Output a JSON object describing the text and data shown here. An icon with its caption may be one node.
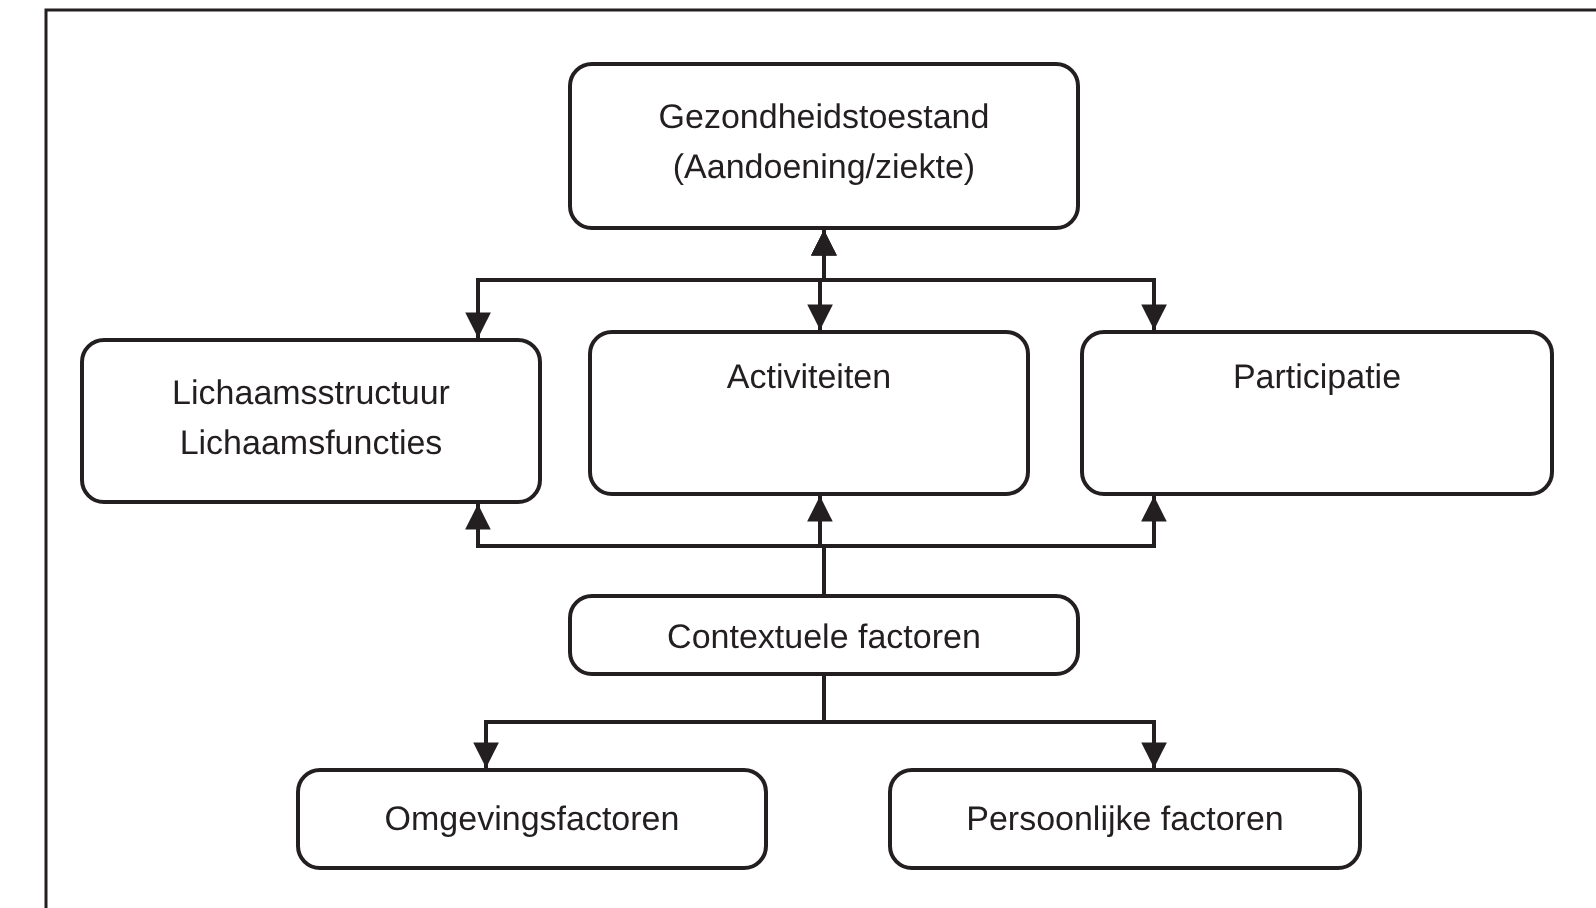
{
  "diagram": {
    "nodes": [
      {
        "text": [
          "Gezondheidstoestand (Aandoening/ziekte)"
        ]
      },
      {
        "text": [
          "Lichaamsstructuur Lichaamsfuncties"
        ]
      },
      {
        "text": [
          "Activiteiten"
        ]
      },
      {
        "text": [
          "Participatie"
        ]
      },
      {
        "text": [
          "Contextuele factoren"
        ]
      },
      {
        "text": [
          "Omgevingsfactoren"
        ]
      },
      {
        "text": [
          "Persoonlijke factoren"
        ]
      }
    ],
    "edges": [
      {
        "from": 0,
        "to": 1,
        "arrow": "both"
      },
      {
        "from": 0,
        "to": 2,
        "arrow": "both"
      },
      {
        "from": 0,
        "to": 3,
        "arrow": "both"
      },
      {
        "from": 4,
        "to": 1,
        "arrow": "to"
      },
      {
        "from": 4,
        "to": 2,
        "arrow": "to"
      },
      {
        "from": 4,
        "to": 3,
        "arrow": "to"
      },
      {
        "from": 4,
        "to": 5,
        "arrow": "to"
      },
      {
        "from": 4,
        "to": 6,
        "arrow": "to"
      }
    ]
  }
}
